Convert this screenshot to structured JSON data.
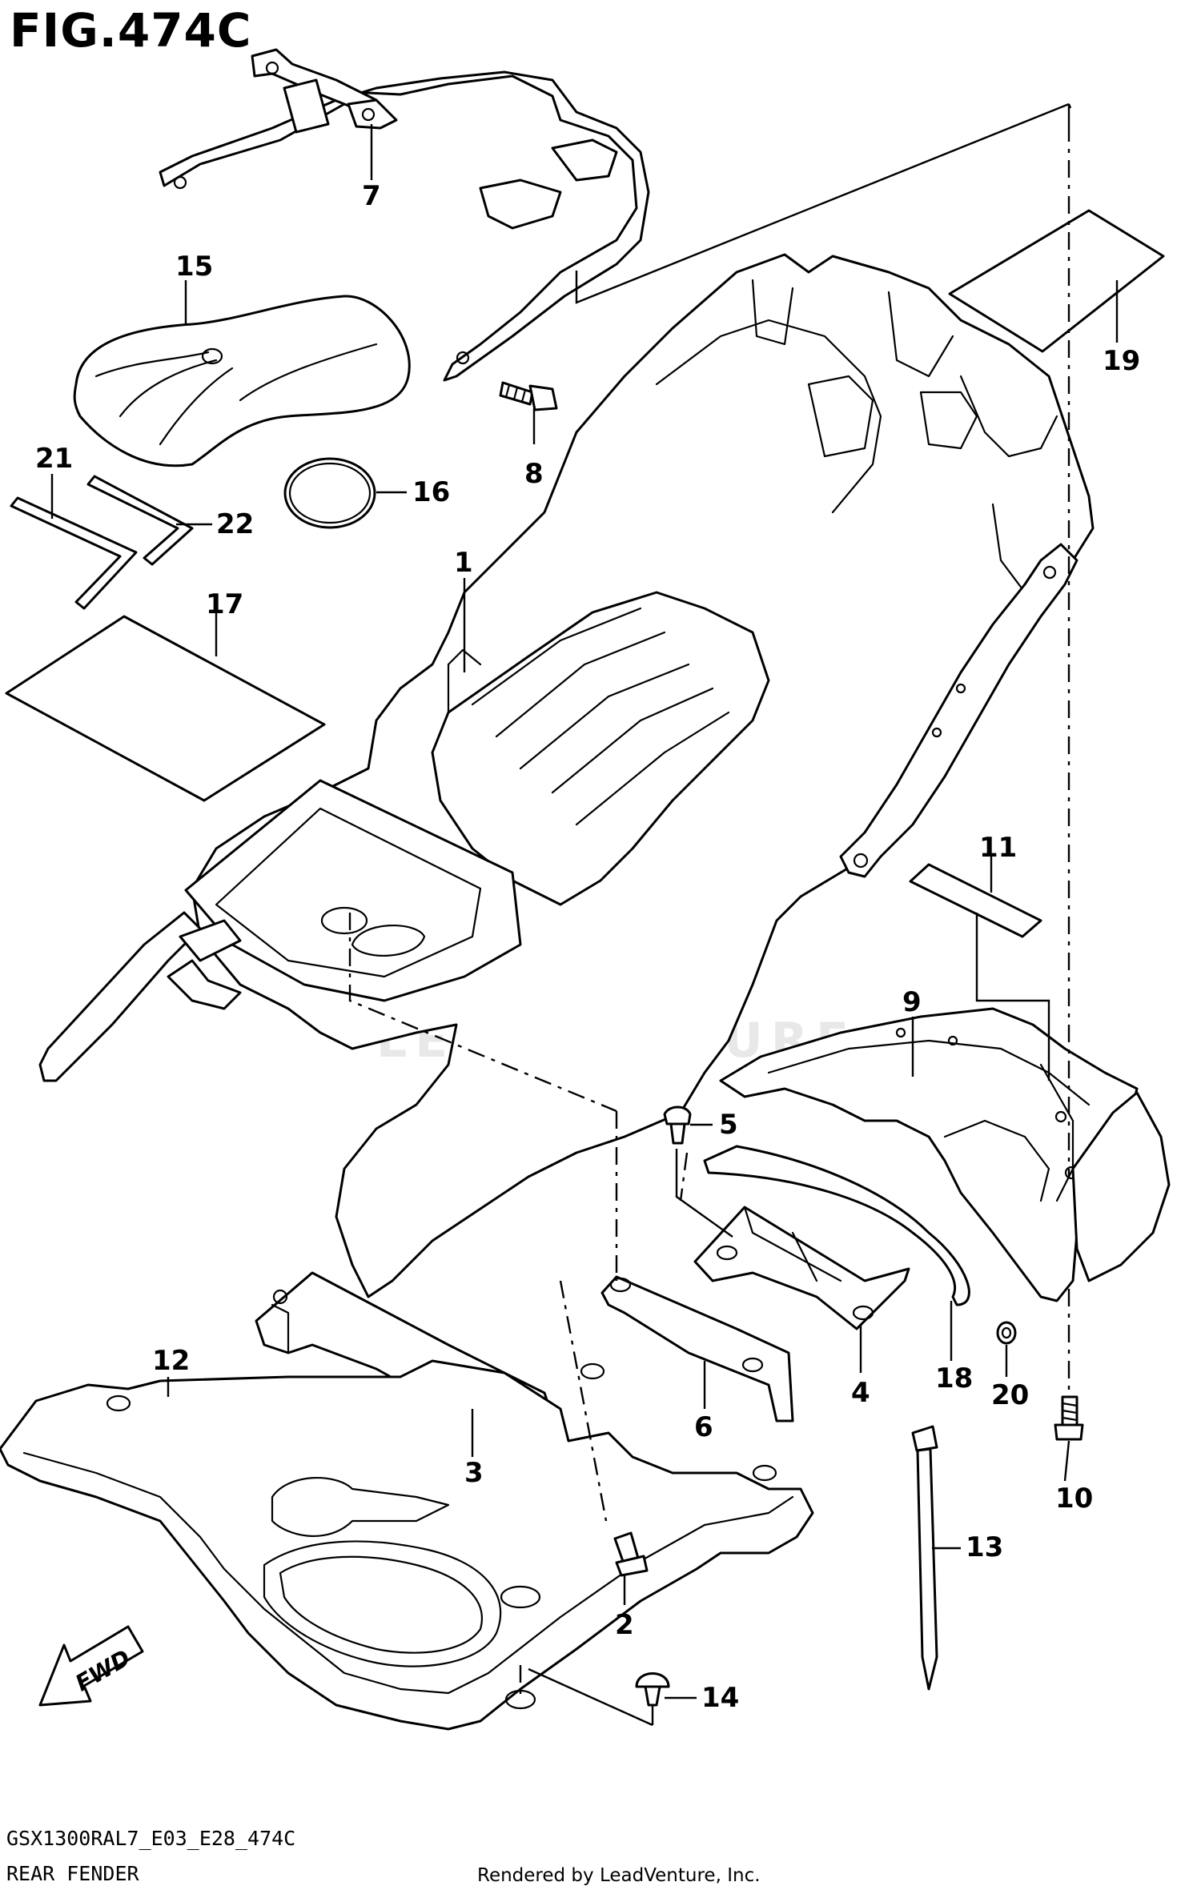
{
  "figure": {
    "title": "FIG.474C",
    "diagram_code": "GSX1300RAL7_E03_E28_474C",
    "section_name": "REAR FENDER",
    "credit": "Rendered by LeadVenture, Inc.",
    "watermark": "LEADVENTURE",
    "fwd_label": "FWD"
  },
  "callouts": [
    {
      "id": "c1",
      "label": "1"
    },
    {
      "id": "c2",
      "label": "2"
    },
    {
      "id": "c3",
      "label": "3"
    },
    {
      "id": "c4",
      "label": "4"
    },
    {
      "id": "c5",
      "label": "5"
    },
    {
      "id": "c6",
      "label": "6"
    },
    {
      "id": "c7",
      "label": "7"
    },
    {
      "id": "c8",
      "label": "8"
    },
    {
      "id": "c9",
      "label": "9"
    },
    {
      "id": "c10",
      "label": "10"
    },
    {
      "id": "c11",
      "label": "11"
    },
    {
      "id": "c12",
      "label": "12"
    },
    {
      "id": "c13",
      "label": "13"
    },
    {
      "id": "c14",
      "label": "14"
    },
    {
      "id": "c15",
      "label": "15"
    },
    {
      "id": "c16",
      "label": "16"
    },
    {
      "id": "c17",
      "label": "17"
    },
    {
      "id": "c18",
      "label": "18"
    },
    {
      "id": "c19",
      "label": "19"
    },
    {
      "id": "c20",
      "label": "20"
    },
    {
      "id": "c21",
      "label": "21"
    },
    {
      "id": "c22",
      "label": "22"
    }
  ],
  "colors": {
    "line": "#000000",
    "background": "#ffffff",
    "watermark": "#d9d9d9"
  }
}
